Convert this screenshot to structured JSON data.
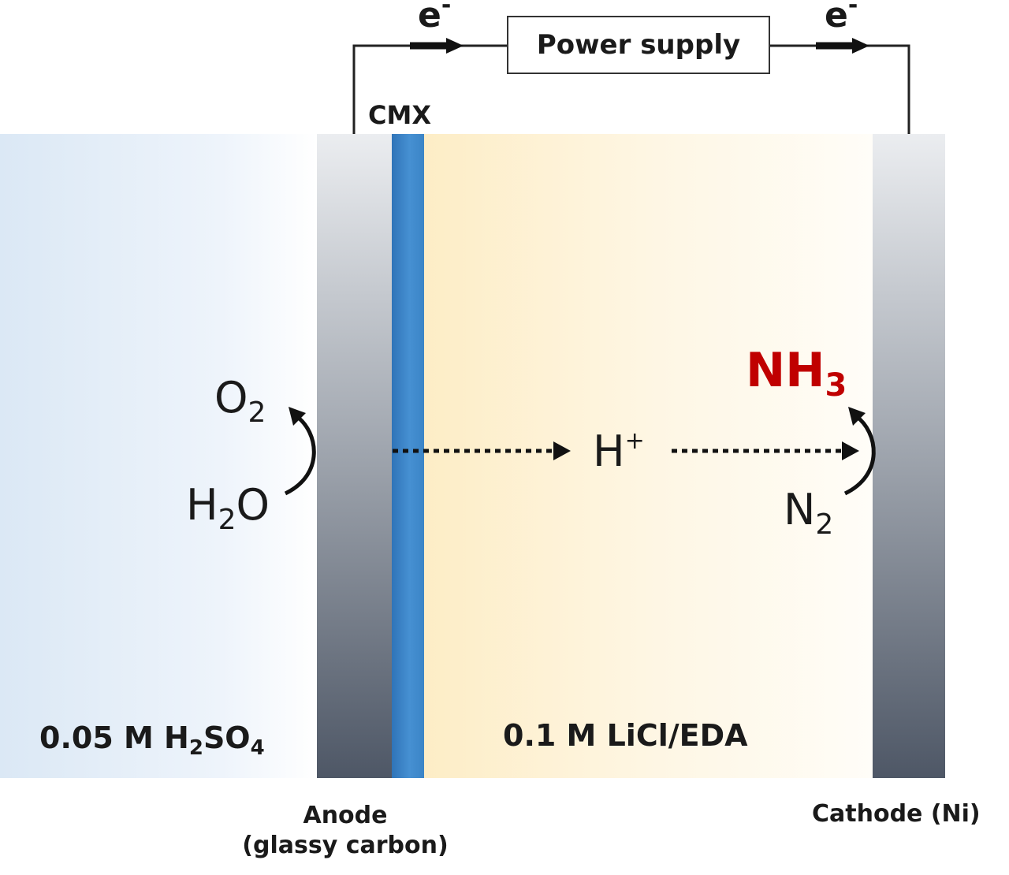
{
  "circuit": {
    "power_supply_label": "Power supply",
    "electron_left": "e",
    "electron_right": "e",
    "electron_charge": "-"
  },
  "membrane": {
    "label": "CMX",
    "color": "#3a85c8"
  },
  "anolyte": {
    "prefix": "0.05 M H",
    "sub1": "2",
    "mid": "SO",
    "sub2": "4",
    "color": "#dce9f6"
  },
  "catholyte": {
    "label": "0.1 M LiCl/EDA",
    "color": "#fdf1d3"
  },
  "anode": {
    "line1": "Anode",
    "line2": "(glassy carbon)"
  },
  "cathode": {
    "label": "Cathode (Ni)"
  },
  "species": {
    "o2": {
      "base": "O",
      "sub": "2"
    },
    "h2o": {
      "base": "H",
      "sub": "2",
      "tail": "O"
    },
    "h_plus": {
      "base": "H",
      "sup": "+"
    },
    "n2": {
      "base": "N",
      "sub": "2"
    },
    "nh3": {
      "base": "NH",
      "sub": "3",
      "color": "#c00000"
    }
  }
}
